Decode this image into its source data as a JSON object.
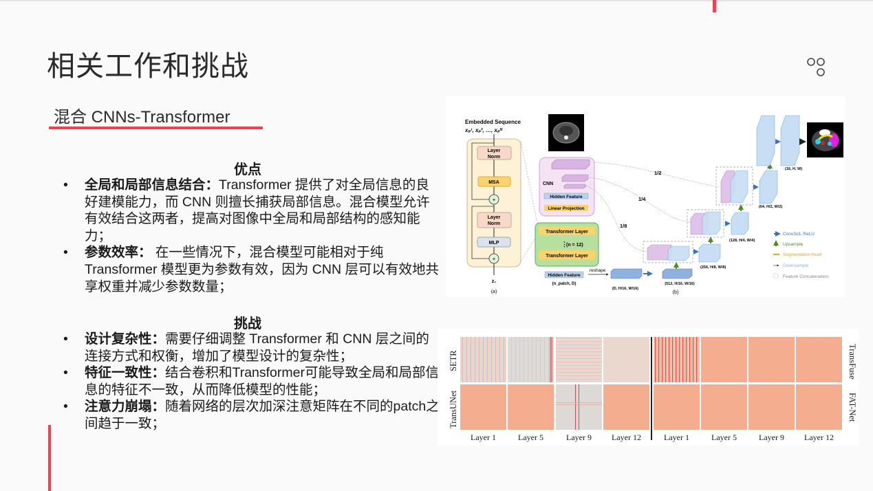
{
  "slide": {
    "title": "相关工作和挑战",
    "subtitle": "混合 CNNs-Transformer",
    "accent_color": "#f0414f",
    "menu_icon": "three-circles-icon"
  },
  "pros": {
    "heading": "优点",
    "items": [
      {
        "term": "全局和局部信息结合：",
        "text": "Transformer 提供了对全局信息的良好建模能力，而 CNN 则擅长捕获局部信息。混合模型允许有效结合这两者，提高对图像中全局和局部结构的感知能力；"
      },
      {
        "term": "参数效率：",
        "text": " 在一些情况下，混合模型可能相对于纯 Transformer 模型更为参数有效，因为 CNN 层可以有效地共享权重并减少参数数量；"
      }
    ]
  },
  "cons": {
    "heading": "挑战",
    "items": [
      {
        "term": "设计复杂性：",
        "text": "需要仔细调整 Transformer 和 CNN 层之间的连接方式和权衡，增加了模型设计的复杂性；"
      },
      {
        "term": "特征一致性：",
        "text": "结合卷积和Transformer可能导致全局和局部信息的特征不一致，从而降低模型的性能；"
      },
      {
        "term": "注意力崩塌：",
        "text": "随着网络的层次加深注意矩阵在不同的patch之间趋于一致；"
      }
    ]
  },
  "diagram": {
    "embedded_sequence": "Embedded Sequence",
    "sequence_math": "xₚ¹, xₚ², …, xₚᴺ",
    "layer_norm": "Layer Norm",
    "layer_norm_l1": "Layer",
    "layer_norm_l2": "Norm",
    "msa": "MSA",
    "mlp": "MLP",
    "plus": "+",
    "z1": "z₁",
    "label_a": "(a)",
    "label_b": "(b)",
    "cnn": "CNN",
    "hidden_feature": "Hidden Feature",
    "linear_projection": "Linear Projection",
    "transformer_layer": "Transformer Layer",
    "n_layers": "(n = 12)",
    "n_patch": "(n_patch, D)",
    "reshape": "reshape",
    "dims_d": "(D, H/16, W/16)",
    "dims_512": "(512, H/16, W/16)",
    "dims_256": "(256, H/8, W/8)",
    "dims_128": "(128, H/4, W/4)",
    "dims_64": "(64, H/2, W/2)",
    "dims_16": "(16, H, W)",
    "scale_half": "1/2",
    "scale_quarter": "1/4",
    "scale_eighth": "1/8",
    "legend": [
      {
        "label": "Conv3x3, ReLU",
        "color": "#3a6fc4"
      },
      {
        "label": "Upsample",
        "color": "#4d8a2e"
      },
      {
        "label": "Segmentation head",
        "color": "#d9a92b"
      },
      {
        "label": "Downsample",
        "color": "#8fb1e0"
      },
      {
        "label": "Feature Concatenation",
        "color": "#888888"
      }
    ]
  },
  "attention_figure": {
    "layers": [
      "Layer 1",
      "Layer 5",
      "Layer 9",
      "Layer 12"
    ],
    "left_models": [
      "SETR",
      "TransUNet"
    ],
    "right_models": [
      "TransFuse",
      "FAT-Net"
    ]
  }
}
